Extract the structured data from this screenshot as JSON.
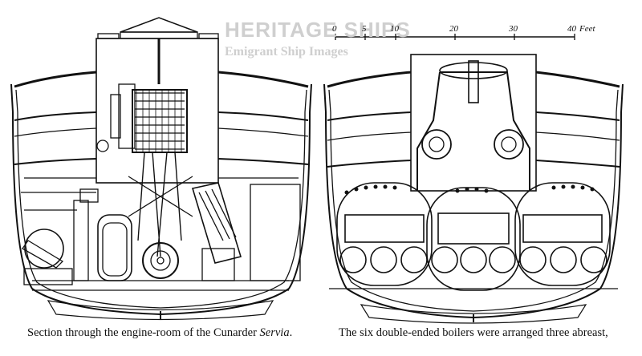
{
  "watermark": {
    "title": "HERITAGE SHIPS",
    "subtitle": "Emigrant Ship Images"
  },
  "scale": {
    "ticks": [
      "0",
      "5",
      "10",
      "20",
      "30",
      "40"
    ],
    "unit": "Feet"
  },
  "captions": {
    "left_text": "Section through the engine-room of the Cunarder ",
    "left_ship": "Servia",
    "left_end": ".",
    "right_text": "The six double-ended boilers were arranged three abreast,"
  }
}
